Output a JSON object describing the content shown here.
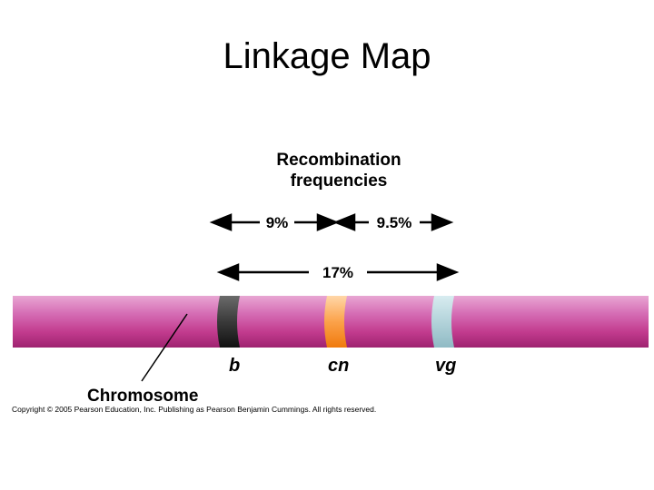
{
  "title": "Linkage Map",
  "recombination_heading": {
    "line1": "Recombination",
    "line2": "frequencies"
  },
  "distances": {
    "b_cn": "9%",
    "cn_vg": "9.5%",
    "b_vg": "17%"
  },
  "genes": [
    {
      "label": "b",
      "color": "#333333"
    },
    {
      "label": "cn",
      "color": "#f7941d"
    },
    {
      "label": "vg",
      "color": "#a8ccd4"
    }
  ],
  "chromosome_label": "Chromosome",
  "copyright": "Copyright © 2005 Pearson Education, Inc. Publishing as Pearson Benjamin Cummings. All rights reserved.",
  "colors": {
    "chromosome": "#c23b8e"
  }
}
